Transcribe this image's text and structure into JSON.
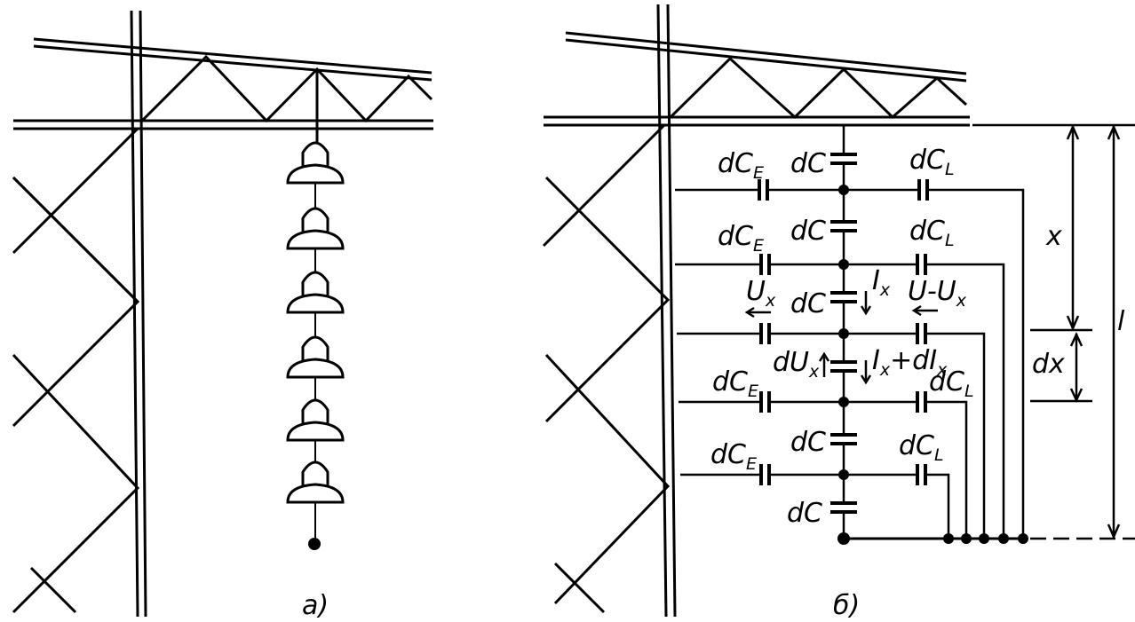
{
  "figure": {
    "panel_a_caption": "a)",
    "panel_b_caption": "б)"
  },
  "labels": {
    "dC": "dC",
    "dCE_base": "dC",
    "dCE_sub": "E",
    "dCL_base": "dC",
    "dCL_sub": "L",
    "Ux_base": "U",
    "Ux_sub": "x",
    "U_minus_Ux_base": "U-U",
    "U_minus_Ux_sub": "x",
    "Ix_base": "I",
    "Ix_sub": "x",
    "dUx_base": "dU",
    "dUx_sub": "x",
    "IxdIx_base1": "I",
    "IxdIx_sub1": "x",
    "IxdIx_mid": "+dI",
    "IxdIx_sub2": "x",
    "x": "x",
    "dx": "dx",
    "l": "l"
  },
  "colors": {
    "ink": "#000000",
    "paper": "#ffffff"
  }
}
